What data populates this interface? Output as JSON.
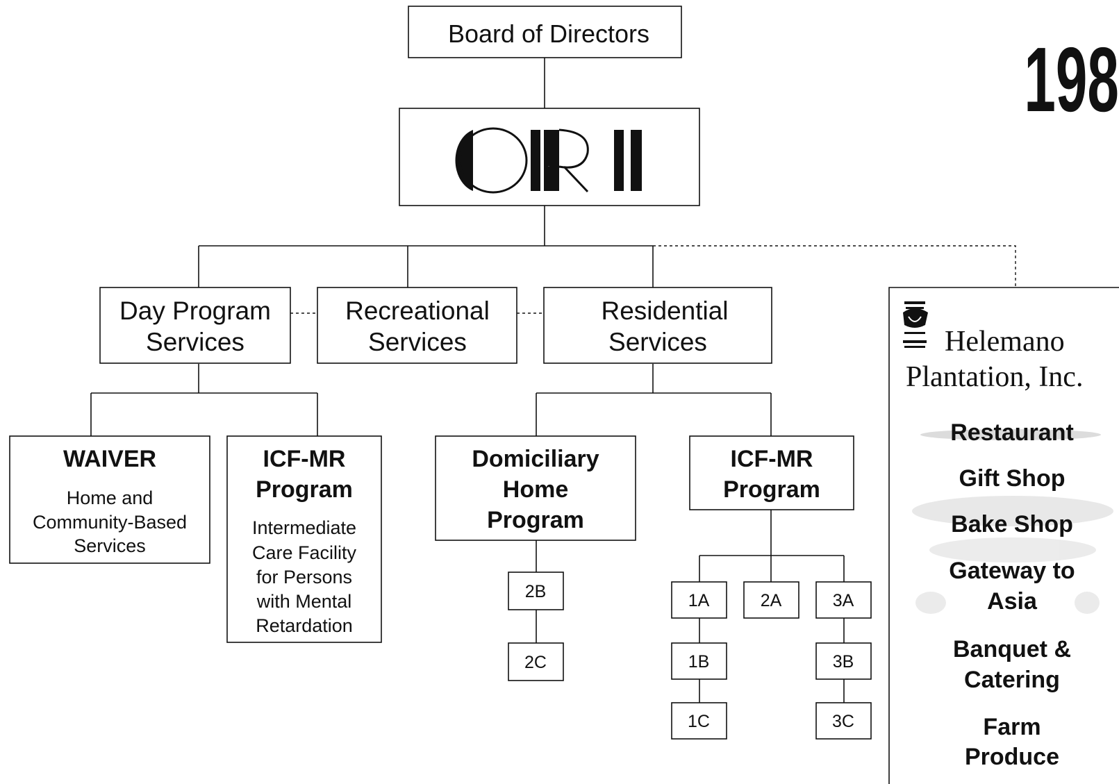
{
  "board": {
    "label": "Board of Directors"
  },
  "ori": {
    "logo_text": "ORI"
  },
  "year": "198",
  "services": {
    "day": [
      "Day Program",
      "Services"
    ],
    "recreational": [
      "Recreational",
      "Services"
    ],
    "residential": [
      "Residential",
      "Services"
    ]
  },
  "waiver": {
    "title": "WAIVER",
    "desc": [
      "Home and",
      "Community-Based",
      "Services"
    ]
  },
  "icf_day": {
    "title": [
      "ICF-MR",
      "Program"
    ],
    "desc": [
      "Intermediate",
      "Care Facility",
      "for Persons",
      "with Mental",
      "Retardation"
    ]
  },
  "domiciliary": {
    "title": [
      "Domiciliary",
      "Home",
      "Program"
    ]
  },
  "icf_res": {
    "title": [
      "ICF-MR",
      "Program"
    ]
  },
  "homes": {
    "dom": [
      "2B",
      "2C"
    ],
    "col1": [
      "1A",
      "1B",
      "1C"
    ],
    "col2": [
      "2A"
    ],
    "col3": [
      "3A",
      "3B",
      "3C"
    ]
  },
  "helemano": {
    "name": [
      "Helemano",
      "Plantation, Inc."
    ],
    "items": [
      "Restaurant",
      "Gift Shop",
      "Bake Shop",
      "Gateway to",
      "Asia",
      "Banquet &",
      "Catering",
      "Farm",
      "Produce"
    ]
  }
}
